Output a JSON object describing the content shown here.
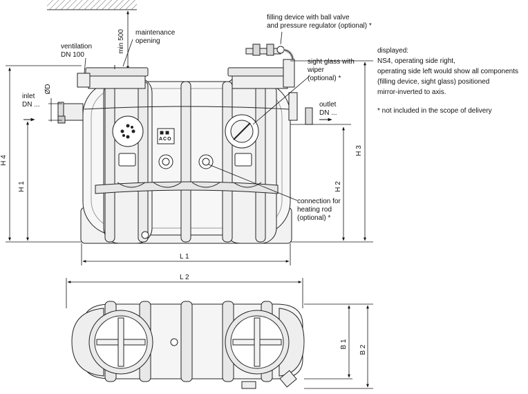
{
  "labels": {
    "filling_device": [
      "filling device with ball valve",
      "and pressure regulator (optional) *"
    ],
    "maintenance": [
      "maintenance",
      "opening"
    ],
    "min_500": "min 500",
    "ventilation": [
      "ventilation",
      "DN 100"
    ],
    "sight_glass": [
      "sight glass with",
      "wiper",
      "(optional) *"
    ],
    "inlet": [
      "inlet",
      "DN ..."
    ],
    "outlet": [
      "outlet",
      "DN ..."
    ],
    "od": "ØD",
    "heating_rod": [
      "connection for",
      "heating rod",
      "(optional) *"
    ],
    "logo": "ACO"
  },
  "dimensions": {
    "H4": "H 4",
    "H1": "H 1",
    "H2": "H 2",
    "H3": "H 3",
    "L1": "L 1",
    "L2": "L 2",
    "B1": "B 1",
    "B2": "B 2"
  },
  "notes": {
    "displayed": "displayed:",
    "line1": "NS4, operating side right,",
    "line2": "operating side left would show all components",
    "line3": "(filling device, sight glass) positioned",
    "line4": "mirror-inverted to axis.",
    "footnote": "* not included in the scope of delivery"
  }
}
